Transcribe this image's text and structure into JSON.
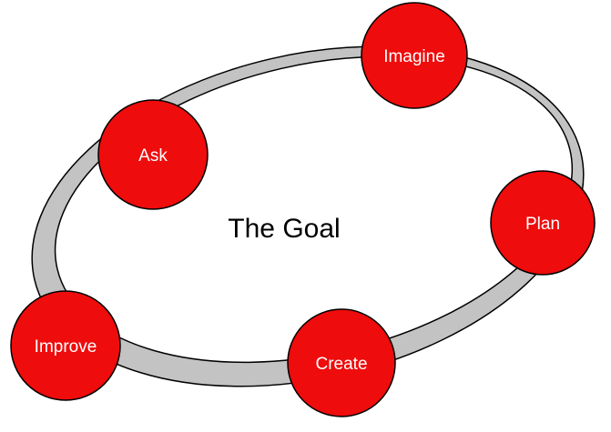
{
  "diagram": {
    "title": "The Goal",
    "type": "cycle",
    "nodes": [
      {
        "label": "Imagine",
        "position": "top"
      },
      {
        "label": "Plan",
        "position": "right"
      },
      {
        "label": "Create",
        "position": "bottom-center"
      },
      {
        "label": "Improve",
        "position": "bottom-left"
      },
      {
        "label": "Ask",
        "position": "upper-left"
      }
    ],
    "colors": {
      "node_fill": "#ee0c0c",
      "node_stroke": "#000000",
      "node_text": "#ffffff",
      "ring_fill": "#c3c3c3",
      "ring_stroke": "#000000",
      "background": "#ffffff",
      "title_text": "#000000"
    }
  }
}
